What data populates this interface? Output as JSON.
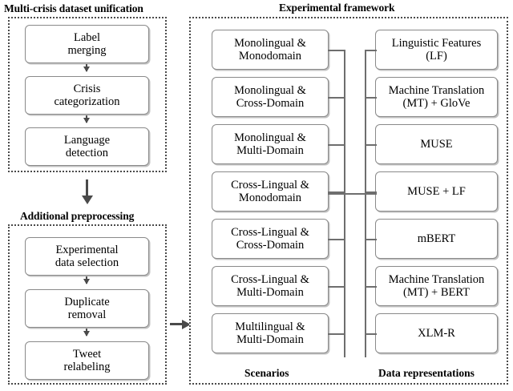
{
  "headings": {
    "unification": "Multi-crisis dataset unification",
    "preprocessing": "Additional preprocessing",
    "framework": "Experimental framework"
  },
  "unification_steps": [
    {
      "line1": "Label",
      "line2": "merging"
    },
    {
      "line1": "Crisis",
      "line2": "categorization"
    },
    {
      "line1": "Language",
      "line2": "detection"
    }
  ],
  "preprocessing_steps": [
    {
      "line1": "Experimental",
      "line2": "data selection"
    },
    {
      "line1": "Duplicate",
      "line2": "removal"
    },
    {
      "line1": "Tweet",
      "line2": "relabeling"
    }
  ],
  "framework": {
    "scenarios_label": "Scenarios",
    "representations_label": "Data representations",
    "scenarios": [
      {
        "line1": "Monolingual &",
        "line2": "Monodomain"
      },
      {
        "line1": "Monolingual &",
        "line2": "Cross-Domain"
      },
      {
        "line1": "Monolingual &",
        "line2": "Multi-Domain"
      },
      {
        "line1": "Cross-Lingual &",
        "line2": "Monodomain"
      },
      {
        "line1": "Cross-Lingual &",
        "line2": "Cross-Domain"
      },
      {
        "line1": "Cross-Lingual &",
        "line2": "Multi-Domain"
      },
      {
        "line1": "Multilingual &",
        "line2": "Multi-Domain"
      }
    ],
    "representations": [
      {
        "line1": "Linguistic Features",
        "line2": "(LF)"
      },
      {
        "line1": "Machine Translation",
        "line2": "(MT) + GloVe"
      },
      {
        "line1": "MUSE",
        "line2": ""
      },
      {
        "line1": "MUSE + LF",
        "line2": ""
      },
      {
        "line1": "mBERT",
        "line2": ""
      },
      {
        "line1": "Machine Translation",
        "line2": "(MT) + BERT"
      },
      {
        "line1": "XLM-R",
        "line2": ""
      }
    ]
  },
  "colors": {
    "panel_border": "#4a4a4a",
    "node_border": "#8a8a8a",
    "connector": "#6e6e6e",
    "background": "#ffffff",
    "text": "#000000"
  }
}
